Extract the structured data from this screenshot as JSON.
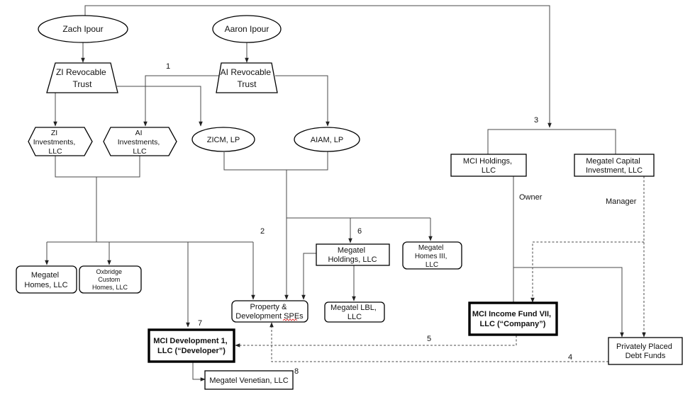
{
  "nodes": {
    "zach_ipour": {
      "label": [
        "Zach Ipour"
      ]
    },
    "aaron_ipour": {
      "label": [
        "Aaron Ipour"
      ]
    },
    "zi_revocable_trust": {
      "label": [
        "ZI Revocable",
        "Trust"
      ]
    },
    "ai_revocable_trust": {
      "label": [
        "AI Revocable",
        "Trust"
      ]
    },
    "zi_investments": {
      "label": [
        "ZI",
        "Investments,",
        "LLC"
      ]
    },
    "ai_investments": {
      "label": [
        "AI",
        "Investments,",
        "LLC"
      ]
    },
    "zicm_lp": {
      "label": [
        "ZICM, LP"
      ]
    },
    "aiam_lp": {
      "label": [
        "AIAM, LP"
      ]
    },
    "mci_holdings": {
      "label": [
        "MCI Holdings,",
        "LLC"
      ]
    },
    "megatel_capital_investment": {
      "label": [
        "Megatel Capital",
        "Investment, LLC"
      ]
    },
    "megatel_homes_llc": {
      "label": [
        "Megatel",
        "Homes, LLC"
      ]
    },
    "oxbridge_custom_homes": {
      "label": [
        "Oxbridge",
        "Custom",
        "Homes, LLC"
      ]
    },
    "property_development_spes": {
      "label": [
        "Property &",
        "Development SPEs"
      ]
    },
    "megatel_holdings": {
      "label": [
        "Megatel",
        "Holdings, LLC"
      ]
    },
    "megatel_homes_iii": {
      "label": [
        "Megatel",
        "Homes III,",
        "LLC"
      ]
    },
    "megatel_lbl": {
      "label": [
        "Megatel LBL,",
        "LLC"
      ]
    },
    "mci_income_fund_vii": {
      "label": [
        "MCI Income Fund VII,",
        "LLC (“Company”)"
      ]
    },
    "mci_development_1": {
      "label": [
        "MCI Development 1,",
        "LLC (“Developer”)"
      ]
    },
    "megatel_venetian": {
      "label": [
        "Megatel Venetian, LLC"
      ]
    },
    "privately_placed_debt_funds": {
      "label": [
        "Privately Placed",
        "Debt Funds"
      ]
    }
  },
  "edge_labels": {
    "owner": "Owner",
    "manager": "Manager",
    "n1": "1",
    "n2": "2",
    "n3": "3",
    "n4": "4",
    "n5": "5",
    "n6": "6",
    "n7": "7",
    "n8": "8"
  }
}
